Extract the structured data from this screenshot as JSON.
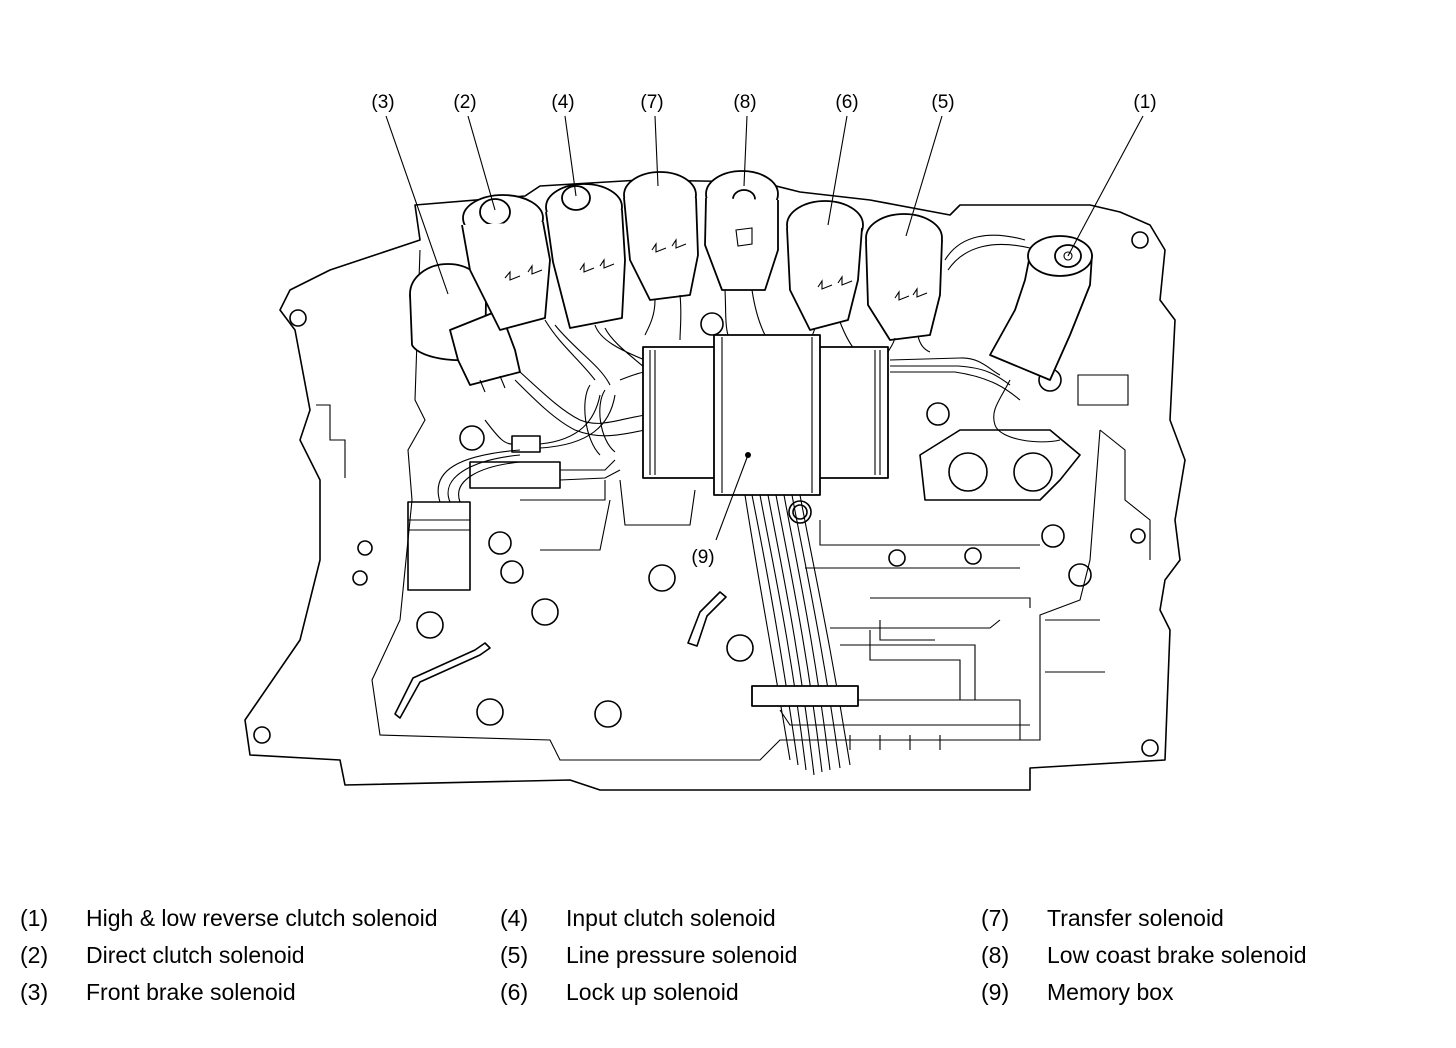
{
  "callouts": [
    "(1)",
    "(2)",
    "(3)",
    "(4)",
    "(5)",
    "(6)",
    "(7)",
    "(8)",
    "(9)"
  ],
  "legend": [
    {
      "num": "(1)",
      "text": "High & low reverse clutch solenoid"
    },
    {
      "num": "(2)",
      "text": "Direct clutch solenoid"
    },
    {
      "num": "(3)",
      "text": "Front brake solenoid"
    },
    {
      "num": "(4)",
      "text": "Input clutch solenoid"
    },
    {
      "num": "(5)",
      "text": "Line pressure solenoid"
    },
    {
      "num": "(6)",
      "text": "Lock up solenoid"
    },
    {
      "num": "(7)",
      "text": "Transfer solenoid"
    },
    {
      "num": "(8)",
      "text": "Low coast brake solenoid"
    },
    {
      "num": "(9)",
      "text": "Memory box"
    }
  ]
}
